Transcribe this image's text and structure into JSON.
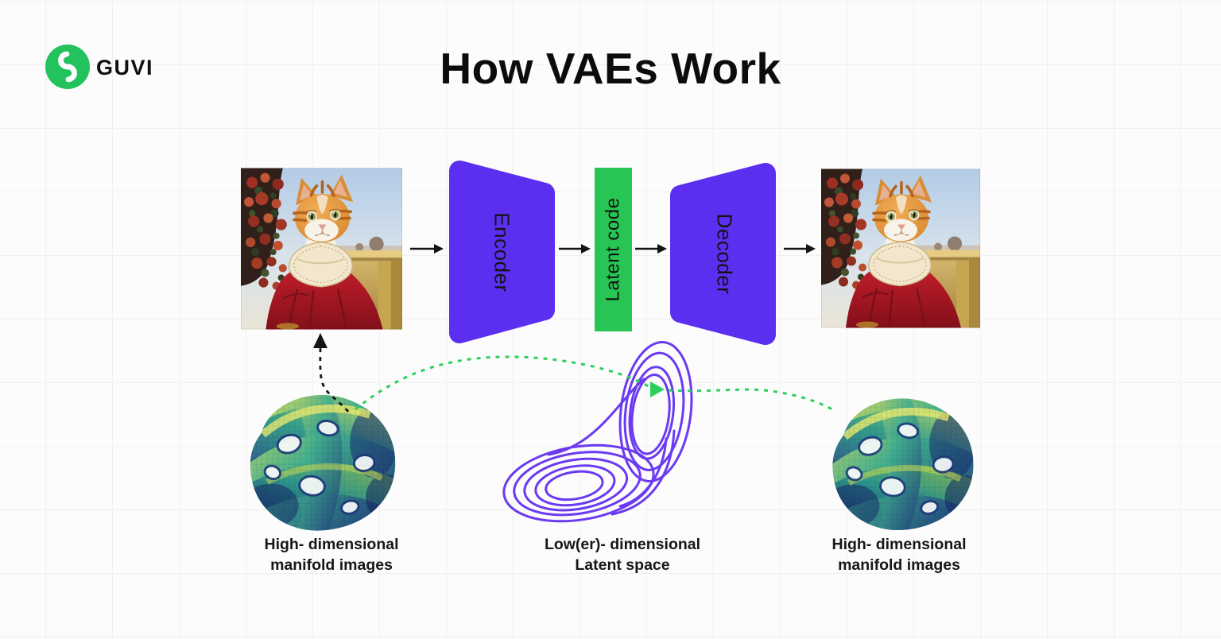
{
  "logo": {
    "brand": "GUVI"
  },
  "title": "How VAEs Work",
  "pipeline": {
    "encoder_label": "Encoder",
    "latent_label": "Latent code",
    "decoder_label": "Decoder"
  },
  "captions": {
    "left": {
      "line1": "High- dimensional",
      "line2": "manifold images"
    },
    "middle": {
      "line1": "Low(er)- dimensional",
      "line2": "Latent space"
    },
    "right": {
      "line1": "High- dimensional",
      "line2": "manifold images"
    }
  },
  "colors": {
    "block_purple": "#5c2ef0",
    "latent_green": "#27c654",
    "logo_green": "#22c35c",
    "connector_green": "#2bd05c",
    "connector_black": "#141414",
    "arrow_black": "#141414",
    "attractor_purple": "#6b3af1"
  }
}
